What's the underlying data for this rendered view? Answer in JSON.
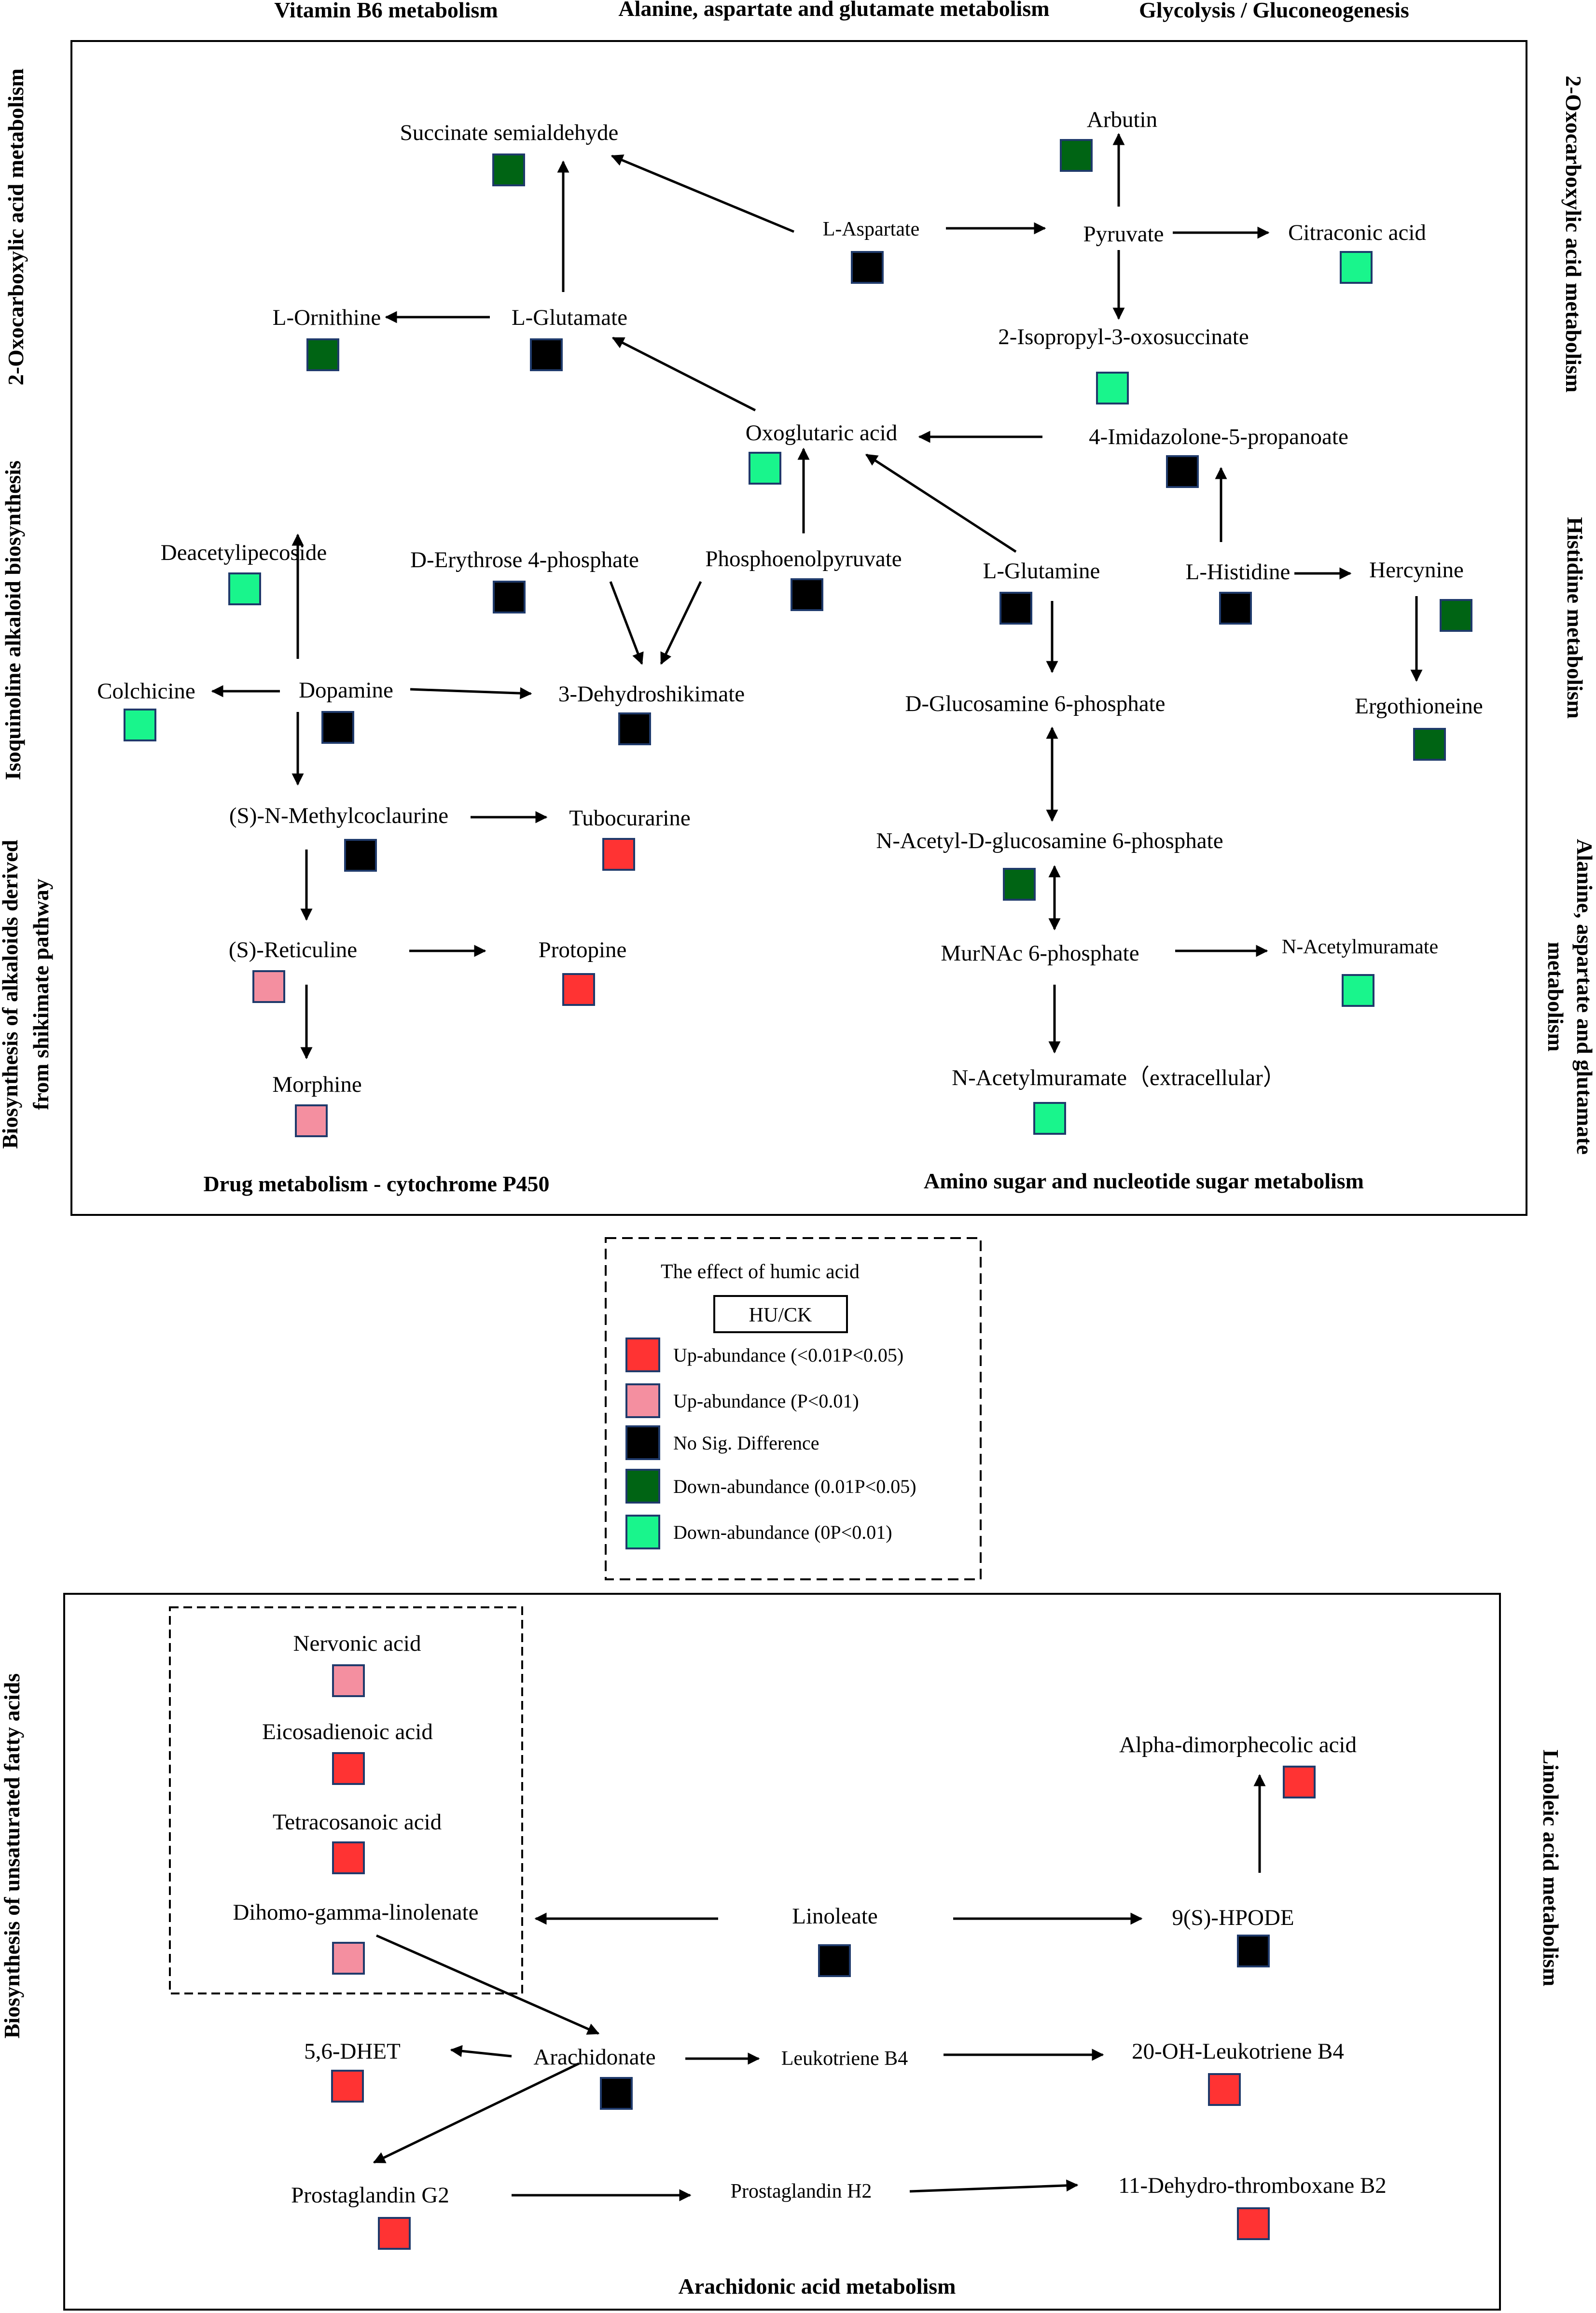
{
  "colors": {
    "up_strong": "#ff3333",
    "up": "#f48fa0",
    "no_sig": "#000000",
    "down_strong": "#006414",
    "down": "#19f58c",
    "line": "#000000"
  },
  "pathway_labels": {
    "vitamin_b6": "Vitamin B6 metabolism",
    "alanine_top": "Alanine, aspartate and glutamate metabolism",
    "glycolysis": "Glycolysis / Gluconeogenesis",
    "oxo_left": "2-Oxocarboxylic acid metabolism",
    "oxo_right": "2-Oxocarboxylic acid metabolism",
    "isoquinoline": "Isoquinoline alkaloid biosynthesis",
    "histidine": "Histidine metabolism",
    "alkaloids_1": "Biosynthesis of alkaloids derived",
    "alkaloids_2": "from shikimate pathway",
    "alanine_right_1": "Alanine, aspartate and glutamate",
    "alanine_right_2": "metabolism",
    "drug": "Drug metabolism - cytochrome P450",
    "amino_sugar": "Amino sugar and nucleotide sugar metabolism",
    "unsat_fatty": "Biosynthesis of unsaturated fatty acids",
    "linoleic": "Linoleic acid metabolism",
    "arachidonic": "Arachidonic acid metabolism"
  },
  "legend": {
    "title": "The effect of humic acid",
    "header": "HU/CK",
    "items": [
      {
        "key": "up_strong",
        "label": "Up-abundance (<0.01P<0.05)"
      },
      {
        "key": "up",
        "label": "Up-abundance (P<0.01)"
      },
      {
        "key": "no_sig",
        "label": "No Sig. Difference"
      },
      {
        "key": "down_strong",
        "label": "Down-abundance (0.01P<0.05)"
      },
      {
        "key": "down",
        "label": "Down-abundance (0P<0.01)"
      }
    ]
  },
  "metabolites": [
    {
      "id": "succ",
      "label": "Succinate semialdehyde",
      "status": "down_strong"
    },
    {
      "id": "arbutin",
      "label": "Arbutin",
      "status": "down_strong"
    },
    {
      "id": "asp",
      "label": "L-Aspartate",
      "status": "no_sig"
    },
    {
      "id": "pyruvate",
      "label": "Pyruvate",
      "status": ""
    },
    {
      "id": "citra",
      "label": "Citraconic acid",
      "status": "down"
    },
    {
      "id": "orn",
      "label": "L-Ornithine",
      "status": "down_strong"
    },
    {
      "id": "glu",
      "label": "L-Glutamate",
      "status": "no_sig"
    },
    {
      "id": "isoprop",
      "label": "2-Isopropyl-3-oxosuccinate",
      "status": "down"
    },
    {
      "id": "oxoglu",
      "label": "Oxoglutaric acid",
      "status": "down"
    },
    {
      "id": "imid",
      "label": "4-Imidazolone-5-propanoate",
      "status": "no_sig"
    },
    {
      "id": "deacet",
      "label": "Deacetylipecoside",
      "status": "down"
    },
    {
      "id": "erythrose",
      "label": "D-Erythrose 4-phosphate",
      "status": "no_sig"
    },
    {
      "id": "pep",
      "label": "Phosphoenolpyruvate",
      "status": "no_sig"
    },
    {
      "id": "gln",
      "label": "L-Glutamine",
      "status": "no_sig"
    },
    {
      "id": "his",
      "label": "L-Histidine",
      "status": "no_sig"
    },
    {
      "id": "hercynine",
      "label": "Hercynine",
      "status": "down_strong"
    },
    {
      "id": "colchicine",
      "label": "Colchicine",
      "status": "down"
    },
    {
      "id": "dopamine",
      "label": "Dopamine",
      "status": "no_sig"
    },
    {
      "id": "dehydro",
      "label": "3-Dehydroshikimate",
      "status": "no_sig"
    },
    {
      "id": "glucosamine",
      "label": "D-Glucosamine 6-phosphate",
      "status": ""
    },
    {
      "id": "ergo",
      "label": "Ergothioneine",
      "status": "down_strong"
    },
    {
      "id": "methyl",
      "label": "(S)-N-Methylcoclaurine",
      "status": "no_sig"
    },
    {
      "id": "tubo",
      "label": "Tubocurarine",
      "status": "up_strong"
    },
    {
      "id": "nacetglc",
      "label": "N-Acetyl-D-glucosamine 6-phosphate",
      "status": "down_strong"
    },
    {
      "id": "retic",
      "label": "(S)-Reticuline",
      "status": "up"
    },
    {
      "id": "protopine",
      "label": "Protopine",
      "status": "up_strong"
    },
    {
      "id": "murnac",
      "label": "MurNAc 6-phosphate",
      "status": ""
    },
    {
      "id": "nacetmur",
      "label": "N-Acetylmuramate",
      "status": "down"
    },
    {
      "id": "morphine",
      "label": "Morphine",
      "status": "up"
    },
    {
      "id": "nacetmur_ext",
      "label": "N-Acetylmuramate（extracellular）",
      "status": "down"
    },
    {
      "id": "nervonic",
      "label": "Nervonic acid",
      "status": "up"
    },
    {
      "id": "eicosa",
      "label": "Eicosadienoic acid",
      "status": "up_strong"
    },
    {
      "id": "tetra",
      "label": "Tetracosanoic acid",
      "status": "up_strong"
    },
    {
      "id": "dihomo",
      "label": "Dihomo-gamma-linolenate",
      "status": "up"
    },
    {
      "id": "alpha",
      "label": "Alpha-dimorphecolic acid",
      "status": "up_strong"
    },
    {
      "id": "linoleate",
      "label": "Linoleate",
      "status": "no_sig"
    },
    {
      "id": "hpode",
      "label": "9(S)-HPODE",
      "status": "no_sig"
    },
    {
      "id": "dhet",
      "label": "5,6-DHET",
      "status": "up_strong"
    },
    {
      "id": "arach",
      "label": "Arachidonate",
      "status": "no_sig"
    },
    {
      "id": "ltb4",
      "label": "Leukotriene B4",
      "status": ""
    },
    {
      "id": "ohltb4",
      "label": "20-OH-Leukotriene B4",
      "status": "up_strong"
    },
    {
      "id": "pgg2",
      "label": "Prostaglandin G2",
      "status": "up_strong"
    },
    {
      "id": "pgh2",
      "label": "Prostaglandin H2",
      "status": ""
    },
    {
      "id": "txb2",
      "label": "11-Dehydro-thromboxane B2",
      "status": "up_strong"
    }
  ]
}
